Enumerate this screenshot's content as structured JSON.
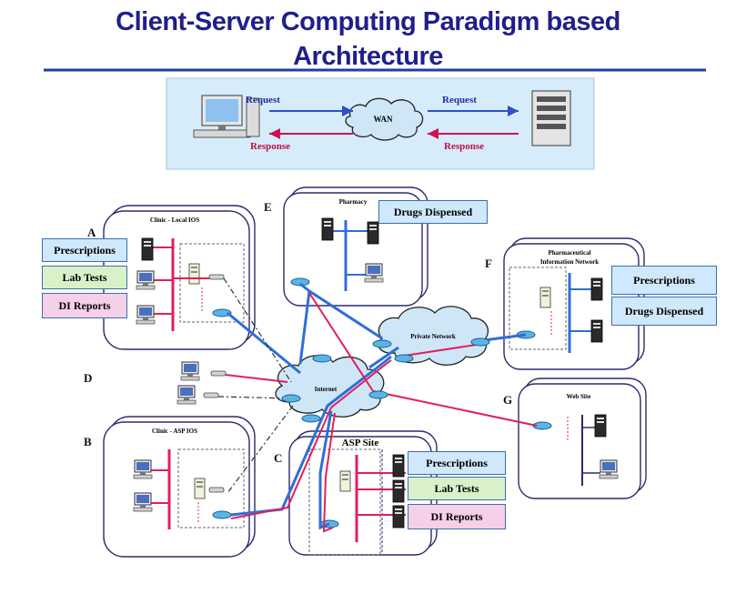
{
  "title_line1": "Client-Server Computing Paradigm based",
  "title_line2": "Architecture",
  "banner": {
    "request_left": "Request",
    "request_right": "Request",
    "response_left": "Response",
    "response_right": "Response",
    "wan": "WAN"
  },
  "sites": {
    "A": {
      "letter": "A",
      "name": "Clinic - Local IOS"
    },
    "B": {
      "letter": "B",
      "name": "Clinic - ASP IOS"
    },
    "C": {
      "letter": "C",
      "name": "ASP Site"
    },
    "D": {
      "letter": "D"
    },
    "E": {
      "letter": "E",
      "name": "Pharmacy"
    },
    "F": {
      "letter": "F",
      "name_line1": "Pharmaceutical",
      "name_line2": "Information Network"
    },
    "G": {
      "letter": "G",
      "name": "Web Site"
    }
  },
  "labels": {
    "a_prescriptions": "Prescriptions",
    "a_lab_tests": "Lab Tests",
    "a_di_reports": "DI Reports",
    "e_drugs_dispensed": "Drugs Dispensed",
    "f_prescriptions": "Prescriptions",
    "f_drugs_dispensed": "Drugs Dispensed",
    "c_prescriptions": "Prescriptions",
    "c_lab_tests": "Lab Tests",
    "c_di_reports": "DI Reports"
  },
  "clouds": {
    "private_network": "Private Network",
    "internet": "Internet"
  },
  "colors": {
    "title": "#1f1f8c",
    "title_rule": "#1f3f9f",
    "banner_bg": "#d6ecfa",
    "label_blue": "#cfe8fb",
    "label_green": "#d8f1c8",
    "label_pink": "#f6cfe8",
    "line_blue": "#2e6fd8",
    "line_red": "#e0205a",
    "site_border": "#2c2c6e",
    "cloud_fill": "#cfe6f7"
  }
}
